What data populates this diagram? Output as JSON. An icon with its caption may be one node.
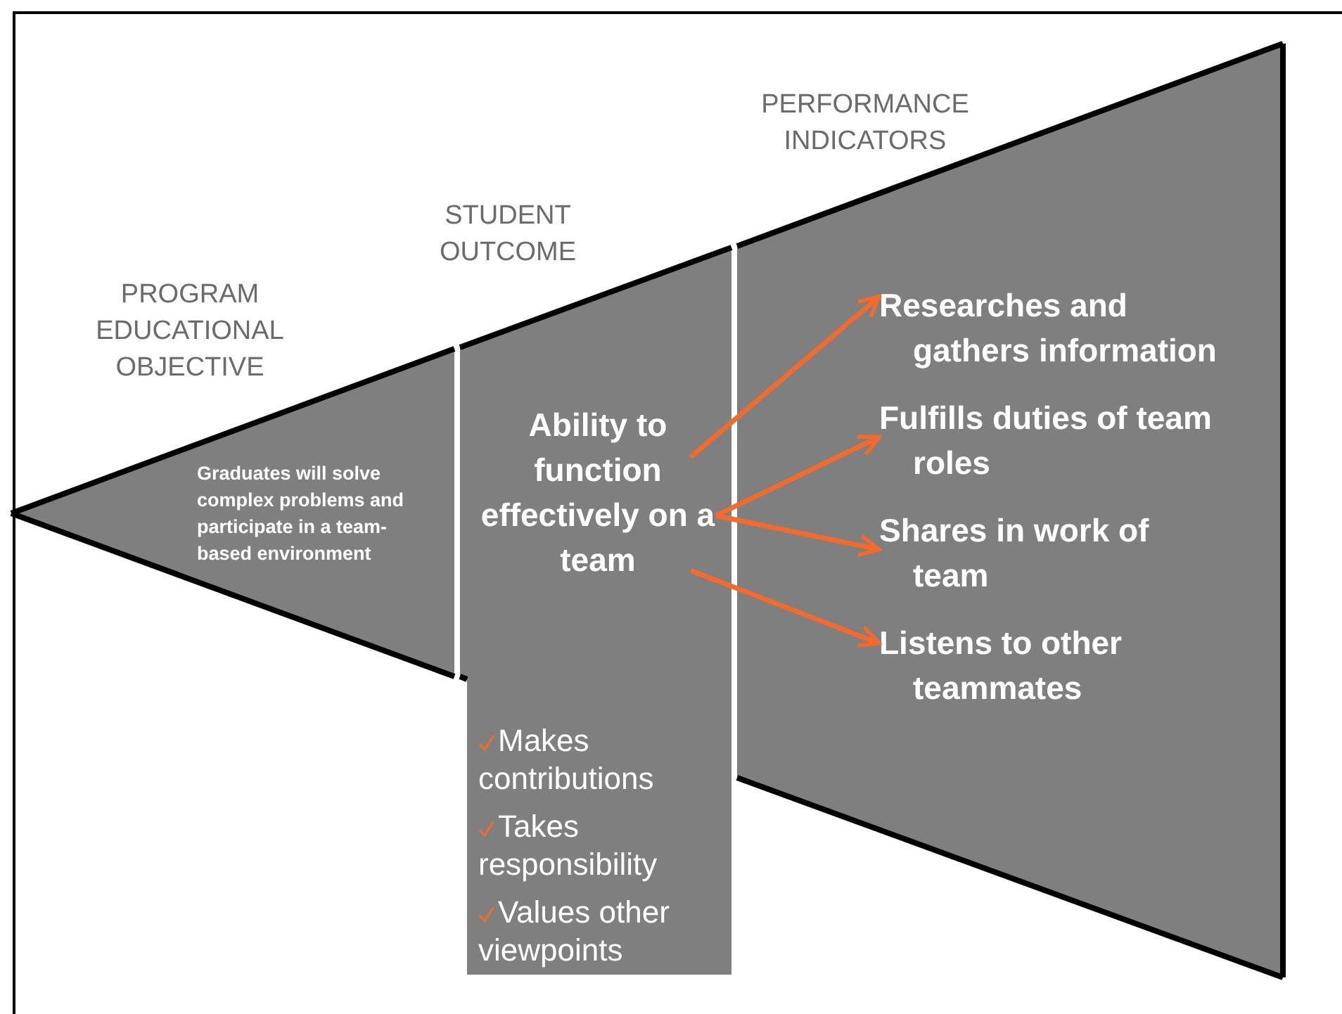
{
  "diagram": {
    "nodes": [
      {
        "text": [
          "PROGRAM EDUCATIONAL OBJECTIVE",
          "Graduates will solve complex problems and participate in a team-based environment"
        ]
      },
      {
        "text": [
          "STUDENT OUTCOME"
        ]
      },
      {
        "text": [
          "Ability to function effectively on a team"
        ],
        "in": 1
      },
      {
        "text": [
          "PERFORMANCE INDICATORS"
        ]
      },
      {
        "text": [
          "Researches and gathers information"
        ],
        "in": 3
      },
      {
        "text": [
          "Fulfills duties of team roles"
        ],
        "in": 3
      },
      {
        "text": [
          "Shares in work of team"
        ],
        "in": 3
      },
      {
        "text": [
          "Listens to other teammates"
        ],
        "in": 3
      },
      {
        "text": [
          "Makes contributions",
          "Takes responsibility",
          "Values other viewpoints"
        ]
      }
    ],
    "edges": [
      {
        "from": 2,
        "to": 4,
        "arrow": "to"
      },
      {
        "from": 2,
        "to": 5,
        "arrow": "to"
      },
      {
        "from": 2,
        "to": 6,
        "arrow": "to"
      },
      {
        "from": 2,
        "to": 7,
        "arrow": "to"
      }
    ]
  }
}
